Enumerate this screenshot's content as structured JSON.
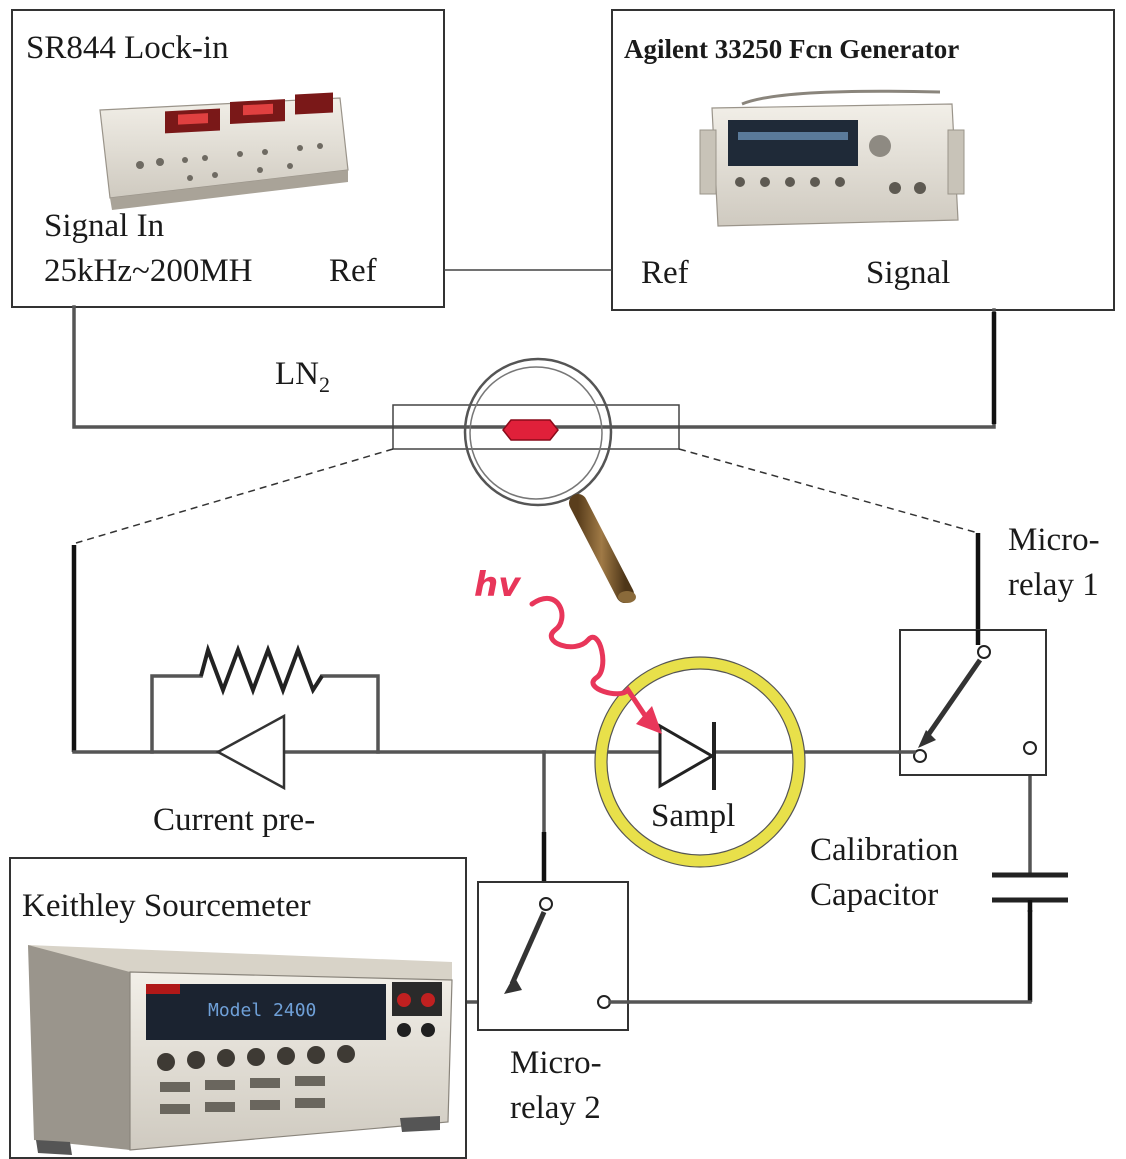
{
  "instruments": {
    "lockin": {
      "title": "SR844 Lock-in",
      "signal_in": "Signal In",
      "freq_range": "25kHz~200MH",
      "ref": "Ref"
    },
    "generator": {
      "title": "Agilent 33250 Fcn Generator",
      "ref": "Ref",
      "signal": "Signal"
    },
    "sourcemeter": {
      "title": "Keithley Sourcemeter",
      "model_display": "Model 2400"
    }
  },
  "labels": {
    "ln2_base": "LN",
    "ln2_sub": "2",
    "photon": "hv",
    "microrelay1_line1": "Micro-",
    "microrelay1_line2": "relay 1",
    "microrelay2_line1": "Micro-",
    "microrelay2_line2": "relay 2",
    "current_preamp": "Current pre-",
    "sample": "Sampl",
    "calibration_line1": "Calibration",
    "calibration_line2": "Capacitor"
  },
  "colors": {
    "sample_ring": "#e8e04a",
    "photon_wave": "#e8365a",
    "sample_marker": "#e0203a",
    "magnifier_handle": "#7a5a30"
  },
  "icons": {
    "photon": "wavy-arrow-icon",
    "magnifier": "magnifying-glass-icon",
    "diode": "diode-icon",
    "resistor": "resistor-icon",
    "amplifier": "amplifier-triangle-icon",
    "capacitor": "capacitor-icon"
  }
}
